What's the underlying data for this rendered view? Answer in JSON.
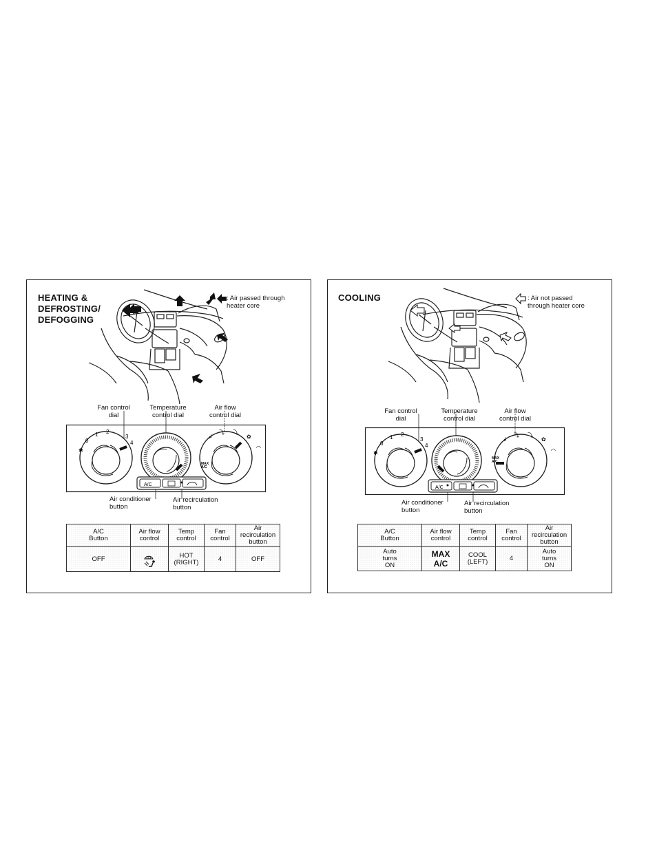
{
  "panels": [
    {
      "id": "heating",
      "title": "HEATING &\nDEFROSTING/\nDEFOGGING",
      "legend": ": Air passed through\nheater core",
      "legend_arrow": "filled",
      "labels": {
        "fan_control": "Fan control\ndial",
        "temperature_control": "Temperature\ncontrol dial",
        "air_flow_control": "Air flow\ncontrol dial",
        "air_conditioner_button": "Air conditioner\nbutton",
        "air_recirculation_button": "Air recirculation\nbutton"
      },
      "fan_ticks": [
        "0",
        "1",
        "2",
        "3",
        "4"
      ],
      "fan_setting": 4,
      "temp_setting": "hot",
      "airflow_marks": [
        "MAX\nA/C"
      ],
      "buttons": [
        "A/C"
      ],
      "table": {
        "headers": [
          "A/C\nButton",
          "Air flow\ncontrol",
          "Temp\ncontrol",
          "Fan\ncontrol",
          "Air\nrecirculation\nbutton"
        ],
        "values": [
          "OFF",
          "",
          "HOT\n(RIGHT)",
          "4",
          "OFF"
        ],
        "airflow_icon": "defrost-floor-icon"
      }
    },
    {
      "id": "cooling",
      "title": "COOLING",
      "legend": ": Air not passed\nthrough heater core",
      "legend_arrow": "outline",
      "labels": {
        "fan_control": "Fan control\ndial",
        "temperature_control": "Temperature\ncontrol dial",
        "air_flow_control": "Air flow\ncontrol dial",
        "air_conditioner_button": "Air conditioner\nbutton",
        "air_recirculation_button": "Air recirculation\nbutton"
      },
      "fan_ticks": [
        "0",
        "1",
        "2",
        "3",
        "4"
      ],
      "fan_setting": 4,
      "temp_setting": "cool",
      "airflow_marks": [
        "MAX\nA/C"
      ],
      "buttons": [
        "A/C"
      ],
      "table": {
        "headers": [
          "A/C\nButton",
          "Air flow\ncontrol",
          "Temp\ncontrol",
          "Fan\ncontrol",
          "Air\nrecirculation\nbutton"
        ],
        "values": [
          "Auto\nturns\nON",
          "MAX\nA/C",
          "COOL\n(LEFT)",
          "4",
          "Auto\nturns\nON"
        ]
      }
    }
  ]
}
